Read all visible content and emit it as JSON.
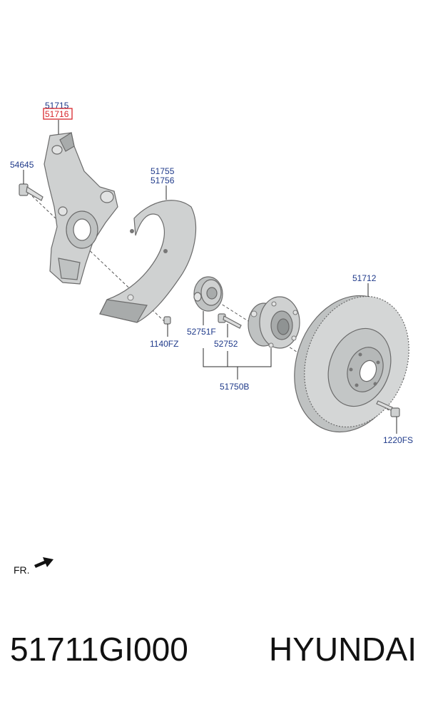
{
  "callouts": {
    "knuckle_a": "51715",
    "knuckle_b": "51716",
    "bolt_knuckle": "54645",
    "shield_a": "51755",
    "shield_b": "51756",
    "shield_bolt": "1140FZ",
    "cap": "52751F",
    "hub_bolt": "52752",
    "hub_assembly": "51750B",
    "disc": "51712",
    "disc_screw": "1220FS"
  },
  "front_marker": "FR.",
  "caption": {
    "part_number": "51711GI000",
    "brand": "HYUNDAI"
  },
  "colors": {
    "callout_text": "#1f3a8a",
    "highlight": "#d8262c",
    "part_fill": "#cfd1d1",
    "part_shade": "#a8abab"
  }
}
